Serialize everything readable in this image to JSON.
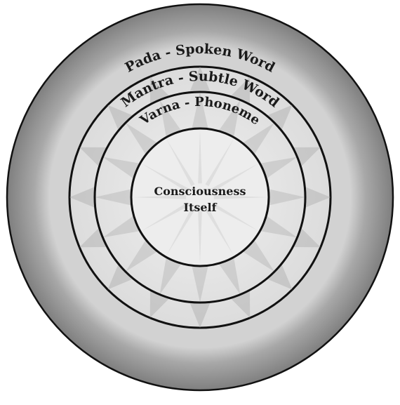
{
  "diagram": {
    "rings": [
      {
        "id": "outer",
        "label": "Pada - Spoken Word"
      },
      {
        "id": "second",
        "label": "Mantra - Subtle Word"
      },
      {
        "id": "third",
        "label": "Varna - Phoneme"
      }
    ],
    "center": {
      "line1": "Consciousness",
      "line2": "Itself"
    },
    "colors": {
      "outer_ring": "#8f8f8f",
      "inner_fill": "#e4e4e4",
      "pattern": "#b4b4b4",
      "stroke": "#111111"
    }
  }
}
